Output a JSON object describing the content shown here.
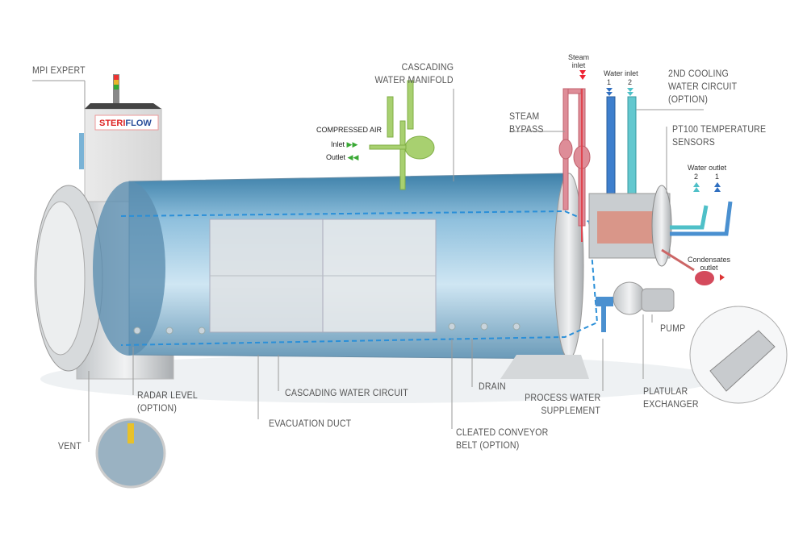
{
  "brand": "STERIFLOW",
  "labels": {
    "mpi_expert": "MPI EXPERT",
    "manifold_1": "CASCADING",
    "manifold_2": "WATER MANIFOLD",
    "compressed_air": "COMPRESSED AIR",
    "air_inlet": "Inlet",
    "air_outlet": "Outlet",
    "steam_inlet_1": "Steam",
    "steam_inlet_2": "inlet",
    "water_inlet": "Water inlet",
    "water_inlet_1": "1",
    "water_inlet_2": "2",
    "cooling_1": "2ND COOLING",
    "cooling_2": "WATER CIRCUIT",
    "cooling_3": "(OPTION)",
    "bypass_1": "STEAM",
    "bypass_2": "BYPASS",
    "pt100_1": "PT100 TEMPERATURE",
    "pt100_2": "SENSORS",
    "water_outlet": "Water outlet",
    "water_outlet_2": "2",
    "water_outlet_1": "1",
    "condensates_1": "Condensates",
    "condensates_2": "outlet",
    "pump": "PUMP",
    "platular_1": "PLATULAR",
    "platular_2": "EXCHANGER",
    "process_1": "PROCESS WATER",
    "process_2": "SUPPLEMENT",
    "drain": "DRAIN",
    "cleated_1": "CLEATED CONVEYOR",
    "cleated_2": "BELT (OPTION)",
    "cascading_circuit": "CASCADING WATER CIRCUIT",
    "evacuation": "EVACUATION DUCT",
    "radar_1": "RADAR LEVEL",
    "radar_2": "(OPTION)",
    "vent": "VENT"
  },
  "colors": {
    "steam": "#e0454f",
    "water1": "#2f6fc0",
    "water2": "#4fc0c8",
    "air": "#9ccc5a",
    "flow": "#2a8fd8"
  }
}
